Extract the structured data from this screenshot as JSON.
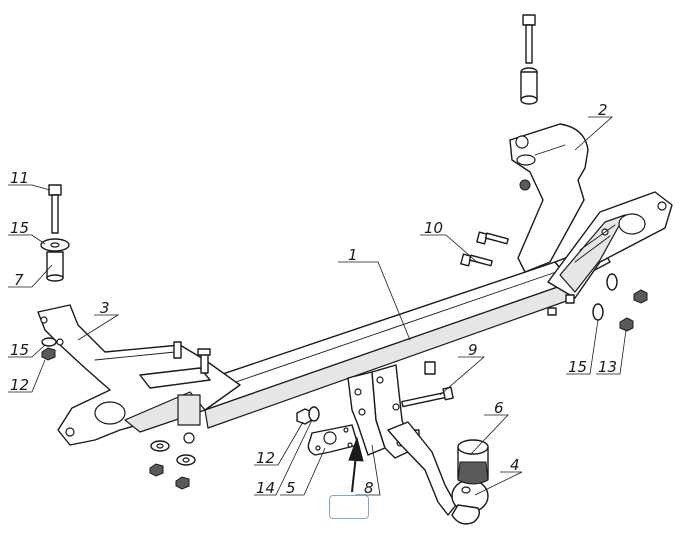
{
  "diagram": {
    "callouts": [
      {
        "id": "1",
        "label": "1"
      },
      {
        "id": "2",
        "label": "2"
      },
      {
        "id": "3",
        "label": "3"
      },
      {
        "id": "4",
        "label": "4"
      },
      {
        "id": "5",
        "label": "5"
      },
      {
        "id": "6",
        "label": "6"
      },
      {
        "id": "7",
        "label": "7"
      },
      {
        "id": "8",
        "label": "8"
      },
      {
        "id": "9",
        "label": "9"
      },
      {
        "id": "10",
        "label": "10"
      },
      {
        "id": "11",
        "label": "11"
      },
      {
        "id": "12a",
        "label": "12"
      },
      {
        "id": "12b",
        "label": "12"
      },
      {
        "id": "13",
        "label": "13"
      },
      {
        "id": "14",
        "label": "14"
      },
      {
        "id": "15a",
        "label": "15"
      },
      {
        "id": "15b",
        "label": "15"
      },
      {
        "id": "15c",
        "label": "15"
      }
    ],
    "caption_box": ""
  }
}
